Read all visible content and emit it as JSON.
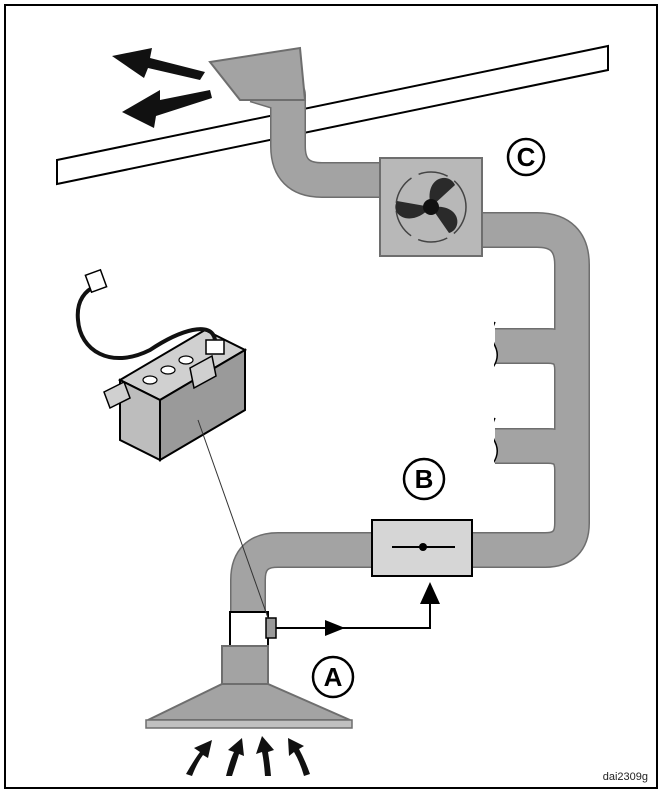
{
  "diagram": {
    "labels": {
      "a": "A",
      "b": "B",
      "c": "C"
    },
    "caption": "dai2309g"
  },
  "colors": {
    "duct": "#a3a3a3",
    "duct_edge": "#6e6e6e",
    "fan_box": "#b8b8b8",
    "damper_box": "#d6d6d6",
    "arrow": "#111111",
    "outline": "#000000"
  }
}
